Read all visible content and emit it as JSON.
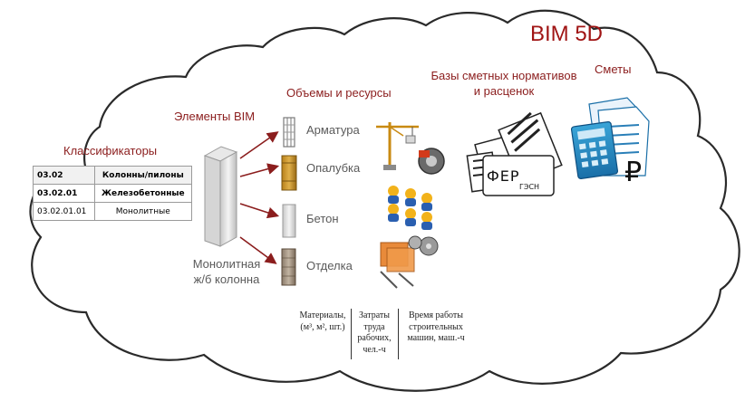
{
  "title": "BIM 5D",
  "sections": {
    "classifiers": "Классификаторы",
    "bim_elements": "Элементы BIM",
    "volumes_resources": "Объемы и ресурсы",
    "norm_bases_line1": "Базы сметных нормативов",
    "norm_bases_line2": "и расценок",
    "estimates": "Сметы"
  },
  "classifier_table": [
    {
      "code": "03.02",
      "name": "Колонны/пилоны"
    },
    {
      "code": "03.02.01",
      "name": "Железобетонные"
    },
    {
      "code": "03.02.01.01",
      "name": "Монолитные"
    }
  ],
  "column": {
    "label_line1": "Монолитная",
    "label_line2": "ж/б колонна"
  },
  "resources": [
    {
      "label": "Арматура"
    },
    {
      "label": "Опалубка"
    },
    {
      "label": "Бетон"
    },
    {
      "label": "Отделка"
    }
  ],
  "norm_card": {
    "main_text": "ФЕР",
    "sub_text": "ГЭСН"
  },
  "currency_symbol": "₽",
  "units": {
    "materials": [
      "Материалы,",
      "(м³, м², шт.)"
    ],
    "labor": [
      "Затраты",
      "труда",
      "рабочих,",
      "чел.-ч"
    ],
    "machines": [
      "Время работы",
      "строительных",
      "машин, маш.-ч"
    ]
  },
  "colors": {
    "title": "#a01414",
    "section_label": "#8b1d1d",
    "arrow": "#8b1d1d",
    "cloud_stroke": "#2a2a2a"
  }
}
